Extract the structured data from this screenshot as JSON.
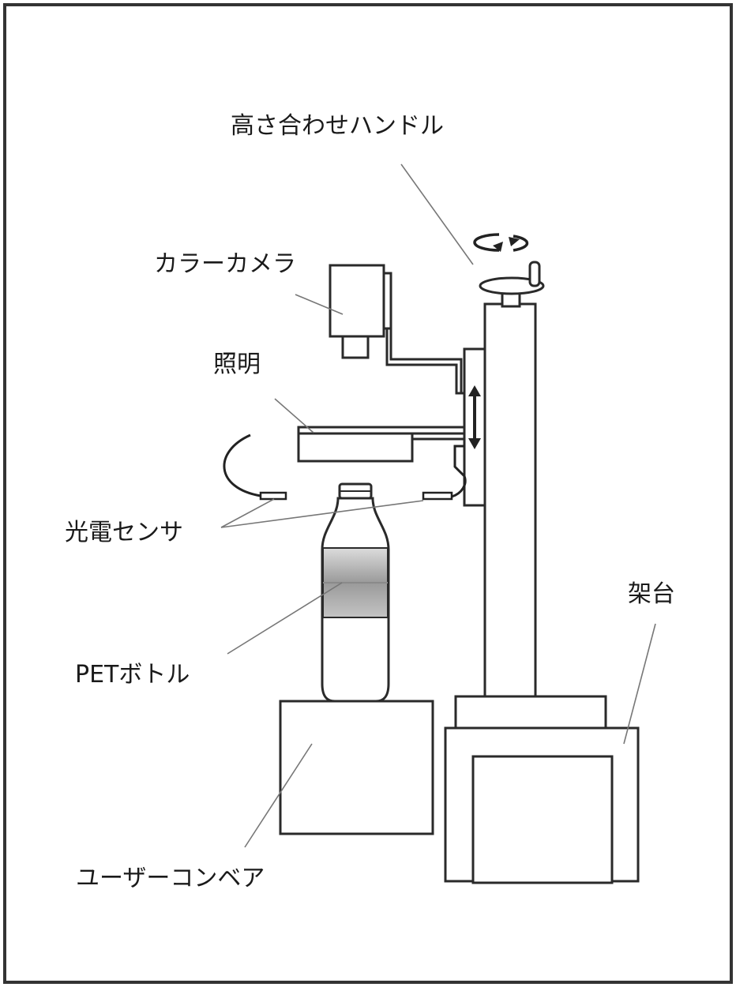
{
  "labels": {
    "height_handle": "高さ合わせハンドル",
    "color_camera": "カラーカメラ",
    "lighting": "照明",
    "photo_sensor": "光電センサ",
    "frame": "架台",
    "pet_bottle": "PETボトル",
    "user_conveyor": "ユーザーコンベア"
  }
}
